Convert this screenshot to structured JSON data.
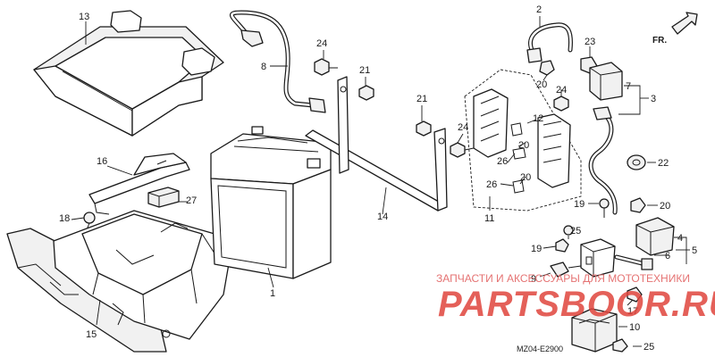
{
  "diagram": {
    "callouts": [
      {
        "id": "c13",
        "text": "13"
      },
      {
        "id": "c16",
        "text": "16"
      },
      {
        "id": "c27",
        "text": "27"
      },
      {
        "id": "c18",
        "text": "18"
      },
      {
        "id": "c15",
        "text": "15"
      },
      {
        "id": "c1",
        "text": "1"
      },
      {
        "id": "c8",
        "text": "8"
      },
      {
        "id": "c24a",
        "text": "24"
      },
      {
        "id": "c21a",
        "text": "21"
      },
      {
        "id": "c21b",
        "text": "21"
      },
      {
        "id": "c14",
        "text": "14"
      },
      {
        "id": "c24b",
        "text": "24"
      },
      {
        "id": "c11",
        "text": "11"
      },
      {
        "id": "c2",
        "text": "2"
      },
      {
        "id": "c23",
        "text": "23"
      },
      {
        "id": "c20a",
        "text": "20"
      },
      {
        "id": "c24c",
        "text": "24"
      },
      {
        "id": "c12",
        "text": "12"
      },
      {
        "id": "c20b",
        "text": "20"
      },
      {
        "id": "c26a",
        "text": "26"
      },
      {
        "id": "c20c",
        "text": "20"
      },
      {
        "id": "c26b",
        "text": "26"
      },
      {
        "id": "c7",
        "text": "7"
      },
      {
        "id": "c3",
        "text": "3"
      },
      {
        "id": "c22",
        "text": "22"
      },
      {
        "id": "c19a",
        "text": "19"
      },
      {
        "id": "c20d",
        "text": "20"
      },
      {
        "id": "c25a",
        "text": "25"
      },
      {
        "id": "c4",
        "text": "4"
      },
      {
        "id": "c5",
        "text": "5"
      },
      {
        "id": "c19b",
        "text": "19"
      },
      {
        "id": "c6",
        "text": "6"
      },
      {
        "id": "c9",
        "text": "9"
      },
      {
        "id": "c17",
        "text": "17"
      },
      {
        "id": "c10",
        "text": "10"
      },
      {
        "id": "c25b",
        "text": "25"
      }
    ],
    "direction_label": "FR.",
    "diagram_code": "MZ04-E2900"
  },
  "watermark": {
    "caption": "ЗАПЧАСТИ И АКСЕССУАРЫ ДЛЯ МОТОТЕХНИКИ",
    "logo": "PARTSBOOR.RU",
    "color": "#e0453d"
  }
}
